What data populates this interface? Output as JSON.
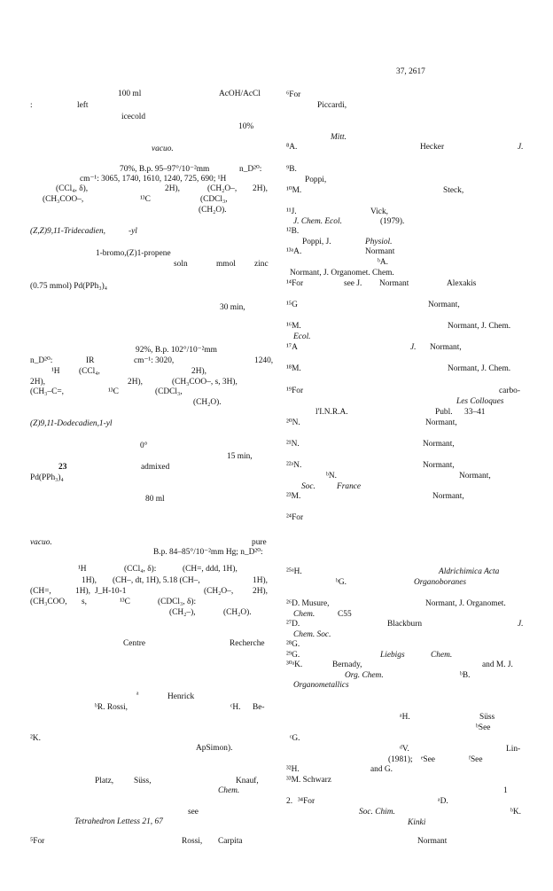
{
  "page_header": "37, 2617",
  "left_column": [
    "100 ml",
    "AcOH/AcCl",
    ":",
    "left",
    "icecold",
    "10%",
    "vacuo.",
    "70%, B.p. 95–97°/10⁻²mm",
    "n_D²⁰:",
    "cm⁻¹: 3065, 1740, 1610, 1240, 725, 690; ¹H",
    "(CCl₄, δ),",
    "2H),",
    "(CH₂O–,",
    "2H),",
    "(CH₃COO–,",
    "¹³C",
    "(CDCl₃,",
    "(CH₂O).",
    "(Z,Z)9,11-Tridecadien,",
    "-yl",
    "1-bromo,(Z)1-propene",
    "soln",
    "mmol",
    "zinc",
    "(0.75 mmol) Pd(PPh₃)₄",
    "30 min,",
    "92%, B.p. 102°/10⁻²mm",
    "n_D²⁰:",
    "IR",
    "cm⁻¹: 3020,",
    "1240,",
    "¹H",
    "(CCl₄,",
    "2H),",
    "2H),",
    "2H),",
    "(CH₃COO–, s, 3H),",
    "(CH₃–C=,",
    "¹³C",
    "(CDCl₃,",
    "(CH₂O).",
    "(Z)9,11-Dodecadien,1-yl",
    "0°",
    "15 min,",
    "23",
    "admixed",
    "Pd(PPh₃)₄",
    "80 ml",
    "vacuo.",
    "pure",
    "B.p. 84–85°/10⁻²mm Hg; n_D²⁰:",
    "¹H",
    "(CCl₄, δ):",
    "(CH=, ddd, 1H),",
    "1H),",
    "(CH–, dt, 1H), 5.18 (CH–,",
    "1H),",
    "(CH=,",
    "1H),",
    "J_H-10-1",
    "(CH₂O–,",
    "2H),",
    "(CH₃COO,",
    "s,",
    "¹³C",
    "(CDCl₃, δ):",
    "(CH₂–),",
    "(CH₂O).",
    "Centre",
    "Recherche",
    "ᵃ",
    "Henrick",
    "ᵇR. Rossi,",
    "ᶜH.",
    "Be-",
    "²K.",
    "ApSimon).",
    "Platz,",
    "Süss,",
    "Knauf,",
    "Chem.",
    "see",
    "Tetrahedron Lettess 21, 67",
    "⁵For",
    "Rossi,",
    "Carpita"
  ],
  "right_column": [
    "⁶For",
    "Piccardi,",
    "Mitt.",
    "⁸A.",
    "Hecker",
    "J.",
    "⁹B.",
    "Poppi,",
    "¹⁰M.",
    "Steck,",
    "¹¹J.",
    "Vick,",
    "J. Chem. Ecol.",
    "(1979).",
    "¹²B.",
    "Poppi, J.",
    "Physiol.",
    "¹³ᵃA.",
    "Normant",
    "ᵇA.",
    "Normant, J. Organomet. Chem.",
    "¹⁴For",
    "see J.",
    "Normant",
    "Alexakis",
    "¹⁵G",
    "Normant,",
    "¹⁶M.",
    "Normant, J. Chem.",
    "Ecol.",
    "¹⁷A",
    "J.",
    "Normant,",
    "¹⁸M.",
    "Normant, J. Chem.",
    "¹⁹For",
    "carbo-",
    "Les Colloques",
    "l'I.N.R.A.",
    "Publ.",
    "33–41",
    "²⁰N.",
    "Normant,",
    "²¹N.",
    "Normant,",
    "²²ᵃN.",
    "Normant,",
    "ᵇN.",
    "Normant,",
    "Soc.",
    "France",
    "²³M.",
    "Normant,",
    "²⁴For",
    "²⁵ᵃH.",
    "Aldrichimica Acta",
    "ᵇG.",
    "Organoboranes",
    "²⁶D. Musure,",
    "Normant, J. Organomet.",
    "Chem.",
    "C55",
    "²⁷D.",
    "Blackburn",
    "J.",
    "Chem. Soc.",
    "²⁸G.",
    "²⁹G.",
    "Liebigs",
    "Chem.",
    "³⁰ᵃK.",
    "Bernady,",
    "and M. J.",
    "Org. Chem.",
    "ᵇB.",
    "Organometallics",
    "ᵃH.",
    "Süss",
    "ᵇSee",
    "ᶜG.",
    "ᵈV.",
    "Lin-",
    "(1981);",
    "ᵉSee",
    "ᶠSee",
    "³²H.",
    "and G.",
    "³³M. Schwarz",
    "1",
    "2.",
    "³⁴For",
    "ᵃD.",
    "Soc. Chim.",
    "ᵇK.",
    "Kinki",
    "Normant"
  ]
}
